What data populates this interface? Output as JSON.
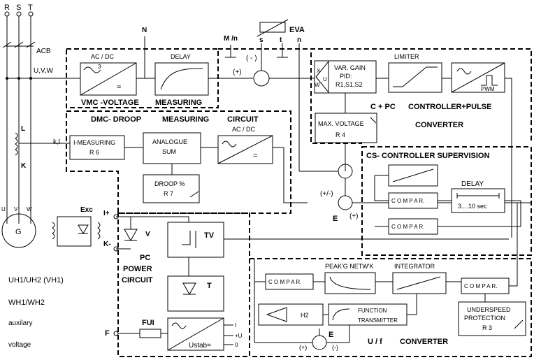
{
  "terminals": {
    "r": "R",
    "s": "S",
    "t": "T",
    "n": "N",
    "mn": "M /n",
    "minus": "( - )",
    "s_pin": "s",
    "t_pin": "t",
    "n_pin": "n"
  },
  "labels": {
    "acb": "ACB",
    "uvw": "U,V,W",
    "eva": "EVA",
    "plus1": "(+)",
    "l": "L",
    "k": "K",
    "kl": "k,l",
    "u": "U",
    "v": "V",
    "w": "W",
    "exc": "Exc",
    "iplus": "I+",
    "kminus": "K-",
    "pm": "(+/-)",
    "e": "E",
    "eplus": "(+)",
    "f": "F",
    "fui": "FUI",
    "e2": "E",
    "plus2": "(+)",
    "minus2": "(-)",
    "x": "X",
    "w_in": "W"
  },
  "blocks": {
    "acdc1": "AC / DC",
    "delay1": "DELAY",
    "vmc": "VMC -VOLTAGE",
    "measuring": "MEASURING",
    "dmc": "DMC- DROOP",
    "measuring2": "MEASURING",
    "circuit": "CIRCUIT",
    "acdc2": "AC / DC",
    "imeas": "I-MEASURING",
    "r6": "R 6",
    "analogue": "ANALOGUE",
    "sum": "SUM",
    "droop": "DROOP %",
    "r7": "R 7",
    "limiter": "LIMITER",
    "vargain": "VAR. GAIN",
    "pid": "PID:",
    "r1": "R1,S1,S2",
    "pwm": "PWM",
    "cpc": "C + PC",
    "controller": "CONTROLLER+PULSE",
    "converter": "CONVERTER",
    "maxv": "MAX. VOLTAGE",
    "r4": "R 4",
    "cs": "CS-  CONTROLLER SUPERVISION",
    "delay2": "DELAY",
    "compar1": "C O M P A R.",
    "compar2": "C O M P A R.",
    "delayrange": "3....10 sec",
    "pc": "PC",
    "power": "POWER",
    "pcircuit": "CIRCUIT",
    "v": "V",
    "tv": "TV",
    "t": "T",
    "peak": "PEAK'G NETW'K",
    "integrator": "INTEGRATOR",
    "compar3": "C O M P A R.",
    "compar4": "C O M P A R.",
    "h2": "H2",
    "fn1": "FUNCTION",
    "fn2": "TRANSMITTER",
    "under1": "UNDERSPEED",
    "under2": "PROTECTION",
    "r3": "R 3",
    "uf": "U / f",
    "ufconv": "CONVERTER",
    "ustab": "Ustab=",
    "out_i": "I",
    "out_u": "+U",
    "out_0": "0",
    "g": "G"
  },
  "notes": {
    "uh": "UH1/UH2 (VH1)",
    "wh": "WH1/WH2",
    "aux": "auxilary",
    "volt": "voltage"
  }
}
